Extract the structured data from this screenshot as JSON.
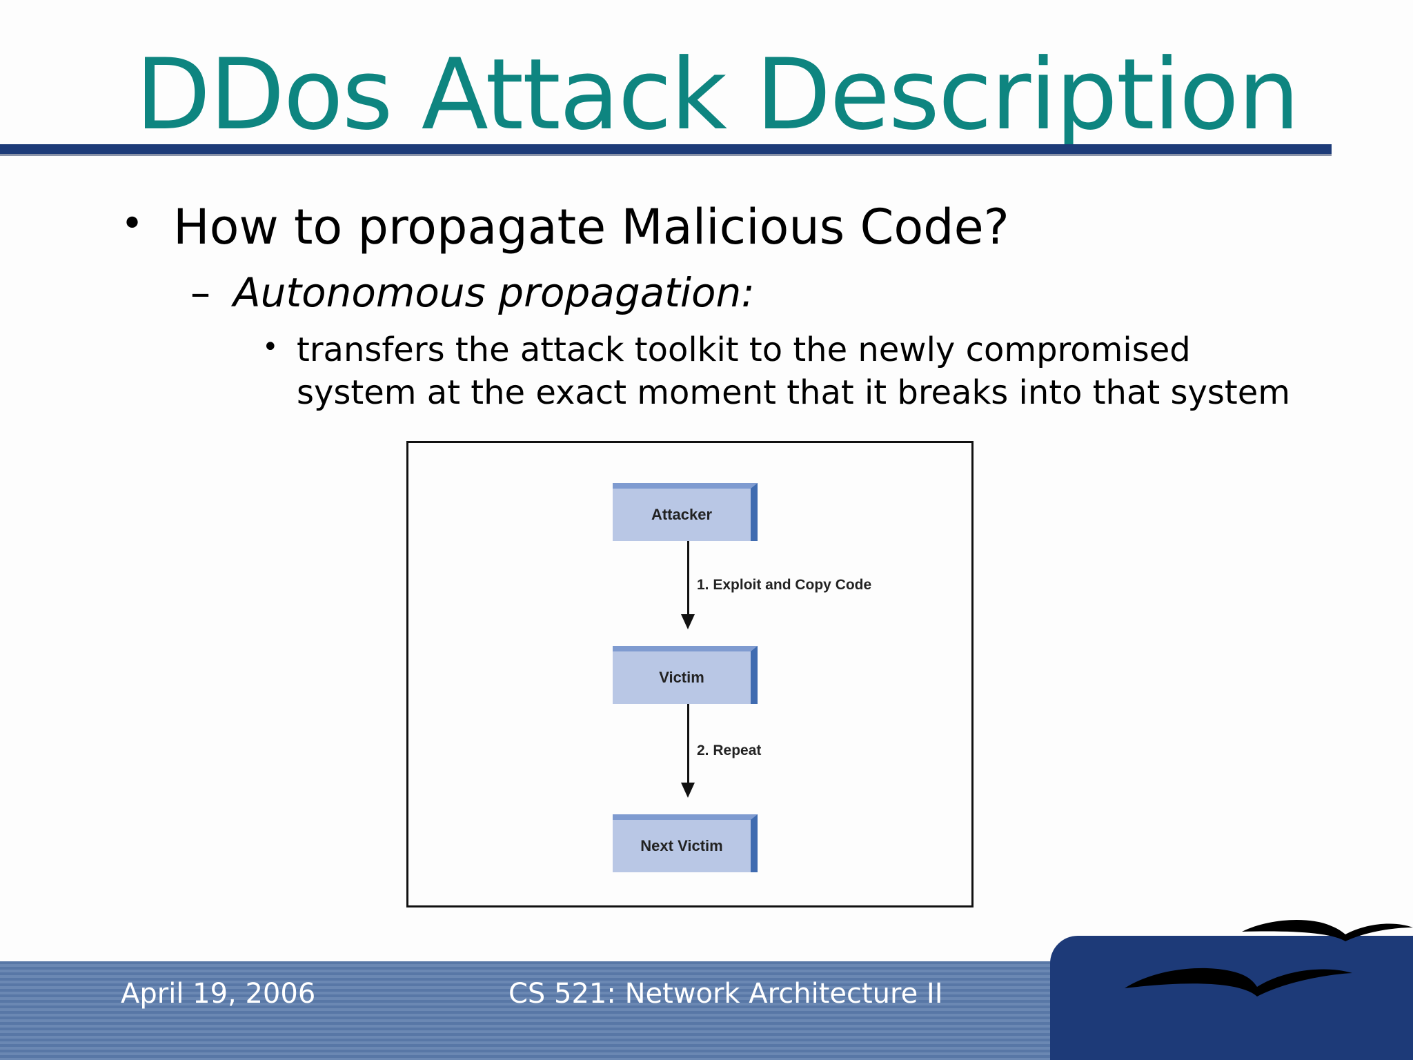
{
  "slide": {
    "title": "DDos Attack Description",
    "bullet_l1": {
      "mark": "•",
      "text": "How to propagate Malicious Code?"
    },
    "bullet_l2": {
      "mark": "–",
      "text": "Autonomous propagation:"
    },
    "bullet_l3": {
      "mark": "•",
      "text": "transfers the attack toolkit to the newly compromised system at the exact moment that it breaks into that system"
    }
  },
  "diagram": {
    "nodes": [
      "Attacker",
      "Victim",
      "Next Victim"
    ],
    "edges": [
      {
        "label": "1. Exploit and Copy Code"
      },
      {
        "label": "2. Repeat"
      }
    ]
  },
  "footer": {
    "date": "April 19, 2006",
    "course": "CS 521: Network Architecture II"
  },
  "colors": {
    "title": "#0e8580",
    "rule": "#1d3b78",
    "footer_band": "#5877a6",
    "logo_panel": "#1d3a78",
    "node_fill": "#b9c7e5",
    "node_edge": "#3f6bb0"
  },
  "icons": {
    "logo": "gull-birds-logo"
  }
}
